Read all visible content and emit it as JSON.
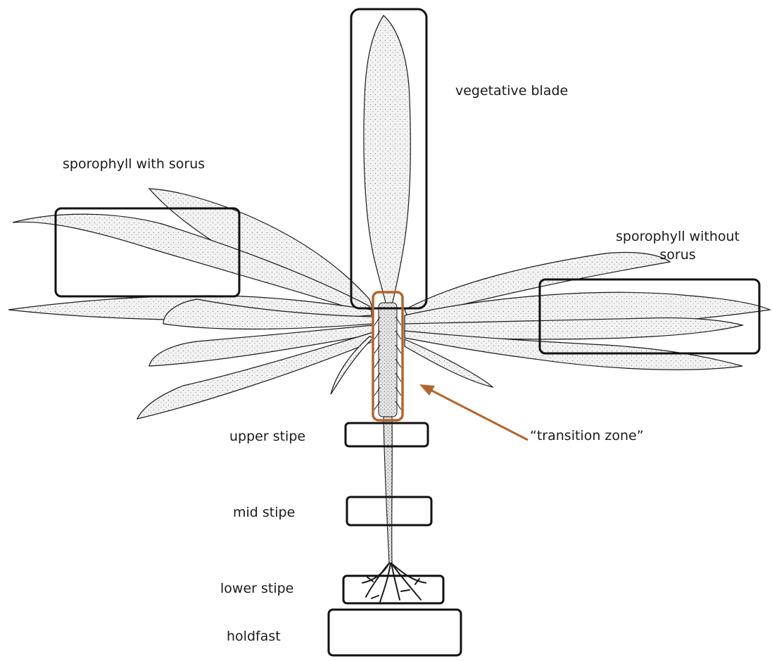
{
  "labels": {
    "vegetative_blade": "vegetative blade",
    "sporophyll_with_sorus": "sporophyll with sorus",
    "sporophyll_without_sorus_line1": "sporophyll without",
    "sporophyll_without_sorus_line2": "sorus",
    "transition_zone": "“transition zone”",
    "upper_stipe": "upper stipe",
    "mid_stipe": "mid stipe",
    "lower_stipe": "lower stipe",
    "holdfast": "holdfast"
  },
  "colors": {
    "outline": "#1a1a1a",
    "box": "#111111",
    "transition": "#b5652b",
    "fill": "#f0f0f0",
    "fill_light": "#f6f6f6"
  }
}
